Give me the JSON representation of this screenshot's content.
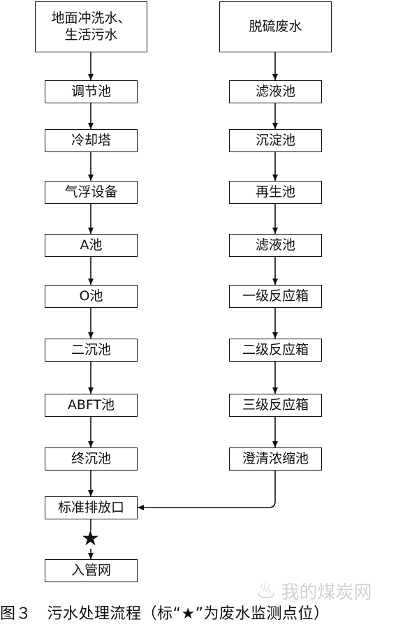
{
  "diagram": {
    "left_column": {
      "source": "地面冲洗水、\n生活污水",
      "steps": [
        "调节池",
        "冷却塔",
        "气浮设备",
        "A池",
        "O池",
        "二沉池",
        "ABFT池",
        "终沉池"
      ]
    },
    "right_column": {
      "source": "脱硫废水",
      "steps": [
        "滤液池",
        "沉淀池",
        "再生池",
        "滤液池",
        "一级反应箱",
        "二级反应箱",
        "三级反应箱",
        "澄清浓缩池"
      ]
    },
    "outlet": "标准排放口",
    "monitoring_marker": "★",
    "final": "入管网"
  },
  "caption": "图３　污水处理流程（标“★”为废水监测点位）",
  "watermark": "我的煤炭网"
}
